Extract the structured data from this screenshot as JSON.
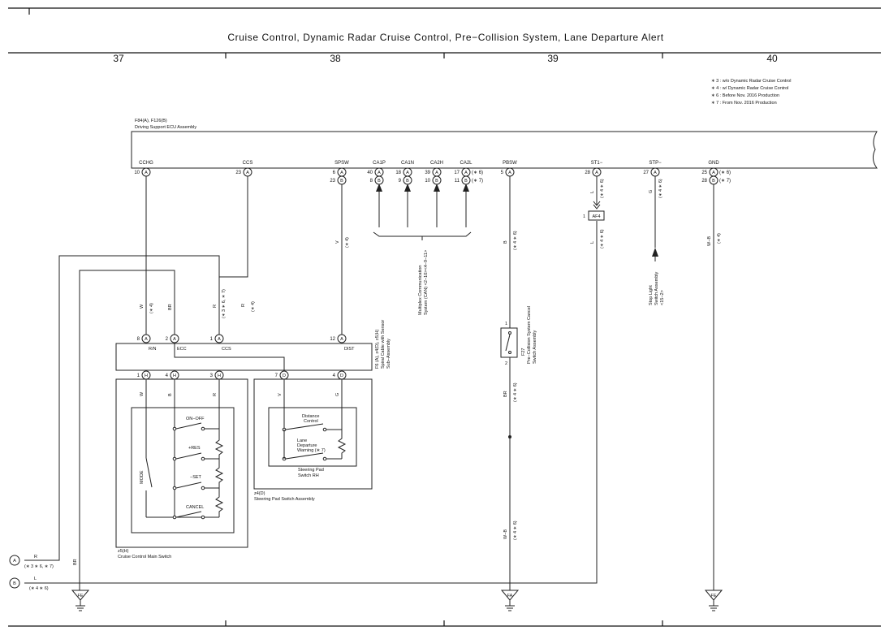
{
  "title": "Cruise Control,  Dynamic Radar Cruise Control,  Pre−Collision System,  Lane Departure Alert",
  "columns": [
    "37",
    "38",
    "39",
    "40"
  ],
  "notes": [
    "∗ 3 : w/o Dynamic Radar Cruise Control",
    "∗ 4 : w/ Dynamic Radar Cruise Control",
    "∗ 6 : Before Nov.  2016 Production",
    "∗ 7 : From Nov.  2016 Production"
  ],
  "ecu": {
    "code": "F84(A), F126(B)",
    "name": "Driving Support ECU Assembly",
    "pins": {
      "cchg": {
        "name": "CCHG",
        "num": "10",
        "conn": "A"
      },
      "ccs": {
        "name": "CCS",
        "num": "23",
        "conn": "A"
      },
      "spsw": {
        "name": "SPSW",
        "num1": "6",
        "num2": "23",
        "conn1": "A",
        "conn2": "B"
      },
      "ca1p": {
        "name": "CA1P",
        "num1": "40",
        "num2": "8"
      },
      "ca1n": {
        "name": "CA1N",
        "num1": "18",
        "num2": "9"
      },
      "ca2h": {
        "name": "CA2H",
        "num1": "39",
        "num2": "10"
      },
      "ca2l": {
        "name": "CA2L",
        "num1": "17",
        "num2": "11",
        "note1": "(∗ 6)",
        "note2": "(∗ 7)"
      },
      "pbsw": {
        "name": "PBSW",
        "num": "5",
        "conn": "A"
      },
      "st1": {
        "name": "ST1−",
        "num": "28",
        "conn": "A"
      },
      "stp": {
        "name": "STP−",
        "num": "27",
        "conn": "A"
      },
      "gnd": {
        "name": "GND",
        "num1": "25",
        "num2": "28",
        "note1": "(∗ 6)",
        "note2": "(∗ 7)",
        "conn1": "A",
        "conn2": "B"
      }
    }
  },
  "can_label": [
    "Multiplex Communication",
    "System (CAN) <2−10><4−9−11>"
  ],
  "wires": {
    "w_left": {
      "color": "W",
      "note": "(∗ 4)"
    },
    "br_left": {
      "color": "BR"
    },
    "r_left": {
      "color": "R",
      "note": "(∗ 3 ∗ 6, ∗ 7)"
    },
    "r_ccs": {
      "color": "R",
      "note": "(∗ 4)"
    },
    "v_spsw": {
      "color": "V",
      "note": "(∗ 4)"
    },
    "b_pbsw": {
      "color": "B",
      "note": "(∗ 4 ∗ 6)"
    },
    "br_pbsw": {
      "color": "BR",
      "note": "(∗ 4 ∗ 6)"
    },
    "wb_pbsw": {
      "color": "W−B",
      "note": "(∗ 4 ∗ 6)"
    },
    "l_st1_top": {
      "color": "L",
      "note": "(∗ 4 ∗ 6)"
    },
    "l_st1_bot": {
      "color": "L",
      "note": "(∗ 4 ∗ 6)"
    },
    "g_stp": {
      "color": "G",
      "note": "(∗ 4 ∗ 6)"
    },
    "wb_gnd": {
      "color": "W−B",
      "note": "(∗ 4)"
    }
  },
  "af4": "AF4",
  "af4_num": "1",
  "stop_light": [
    "Stop Light",
    "Switch Assembly",
    "<15−2>"
  ],
  "spiral": {
    "code": "F6 (A), z4(D), z5(H)",
    "name": [
      "Spiral Cable with Sensor",
      "Sub−Assembly"
    ],
    "pins_top": [
      {
        "num": "8",
        "conn": "A",
        "label": "R/N"
      },
      {
        "num": "2",
        "conn": "A",
        "label": "ECC"
      },
      {
        "num": "1",
        "conn": "A",
        "label": "CCS"
      },
      {
        "num": "12",
        "conn": "A",
        "label": "DIST"
      }
    ],
    "pins_bot": [
      {
        "num": "1",
        "conn": "H",
        "wire": "W"
      },
      {
        "num": "4",
        "conn": "H",
        "wire": "B"
      },
      {
        "num": "3",
        "conn": "H",
        "wire": "R"
      },
      {
        "num": "7",
        "conn": "D",
        "wire": "V"
      },
      {
        "num": "4",
        "conn": "D",
        "wire": "G"
      }
    ]
  },
  "cruise_switch": {
    "code": "z5(H)",
    "name": "Cruise Control Main Switch",
    "labels": [
      "ON−OFF",
      "+RES",
      "−SET",
      "CANCEL",
      "MODE"
    ]
  },
  "steering_pad": {
    "code": "z4(D)",
    "name": "Steering Pad Switch Assembly",
    "inner": [
      "Steering Pad",
      "Switch RH"
    ],
    "distance": [
      "Distance",
      "Control"
    ],
    "lane": [
      "Lane",
      "Departure",
      "Warning (∗ 7)"
    ]
  },
  "pcs_switch": {
    "code": "F27",
    "name": [
      "Pre−Collision System Cancel",
      "Switch Assembly"
    ],
    "pin1": "1",
    "pin2": "2"
  },
  "legend": [
    {
      "conn": "A",
      "color": "R",
      "note": "(∗ 3 ∗ 6, ∗ 7)"
    },
    {
      "conn": "B",
      "color": "L",
      "note": "(∗ 4 ∗ 6)"
    }
  ],
  "grounds": [
    "FE",
    "FA",
    "FE"
  ]
}
